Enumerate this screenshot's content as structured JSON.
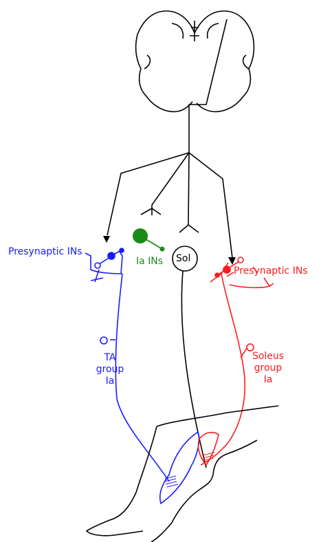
{
  "labels": {
    "presynaptic_left": "Presynaptic INs",
    "ia_ins": "Ia INs",
    "sol": "Sol",
    "presynaptic_right": "Presynaptic INs",
    "ta": [
      "TA",
      "group",
      "Ia"
    ],
    "soleus": [
      "Soleus",
      "group",
      "Ia"
    ]
  },
  "colors": {
    "outline": "#000000",
    "ta": "#1a1aff",
    "ia": "#1a8a1a",
    "soleus": "#ff1a1a"
  }
}
